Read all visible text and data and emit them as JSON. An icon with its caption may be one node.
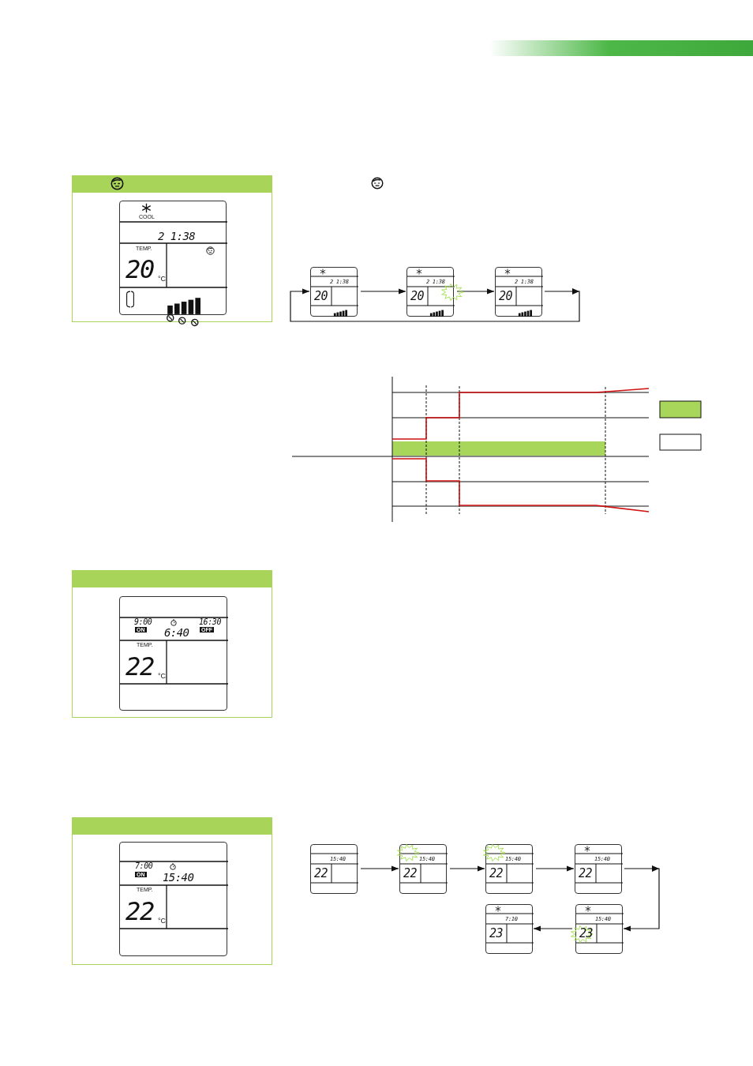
{
  "diagram": {
    "nodes": [
      {
        "text": [],
        "shape": "box"
      },
      {
        "text": [
          "COOL",
          "2 1:38",
          "TEMP.",
          "20",
          "°C"
        ],
        "in": 0
      },
      {
        "text": [
          "2 1:38",
          "20"
        ]
      },
      {
        "text": [
          "2 1:38",
          "20"
        ]
      },
      {
        "text": [
          "2 1:38",
          "20"
        ]
      },
      {
        "text": [],
        "shape": "box"
      },
      {
        "text": [
          "9:00",
          "ON",
          "16:30",
          "OFF",
          "6:40",
          "TEMP.",
          "22",
          "°C"
        ],
        "in": 5
      },
      {
        "text": [],
        "shape": "box"
      },
      {
        "text": [
          "7:00",
          "ON",
          "15:40",
          "TEMP.",
          "22",
          "°C"
        ],
        "in": 7
      },
      {
        "text": [
          "15:40",
          "22"
        ]
      },
      {
        "text": [
          "15:40",
          "22"
        ]
      },
      {
        "text": [
          "15:40",
          "22"
        ]
      },
      {
        "text": [
          "15:40",
          "22"
        ]
      },
      {
        "text": [
          "7:10",
          "23"
        ]
      },
      {
        "text": [
          "15:40",
          "23"
        ]
      }
    ],
    "edges": [
      {
        "from": 2,
        "to": 3,
        "arrow": "to"
      },
      {
        "from": 3,
        "to": 4,
        "arrow": "to"
      },
      {
        "from": 4,
        "to": 2,
        "arrow": "to"
      },
      {
        "from": 9,
        "to": 10,
        "arrow": "to"
      },
      {
        "from": 10,
        "to": 11,
        "arrow": "to"
      },
      {
        "from": 11,
        "to": 12,
        "arrow": "to"
      },
      {
        "from": 12,
        "to": 14,
        "arrow": "to"
      },
      {
        "from": 14,
        "to": 13,
        "arrow": "to"
      }
    ]
  }
}
